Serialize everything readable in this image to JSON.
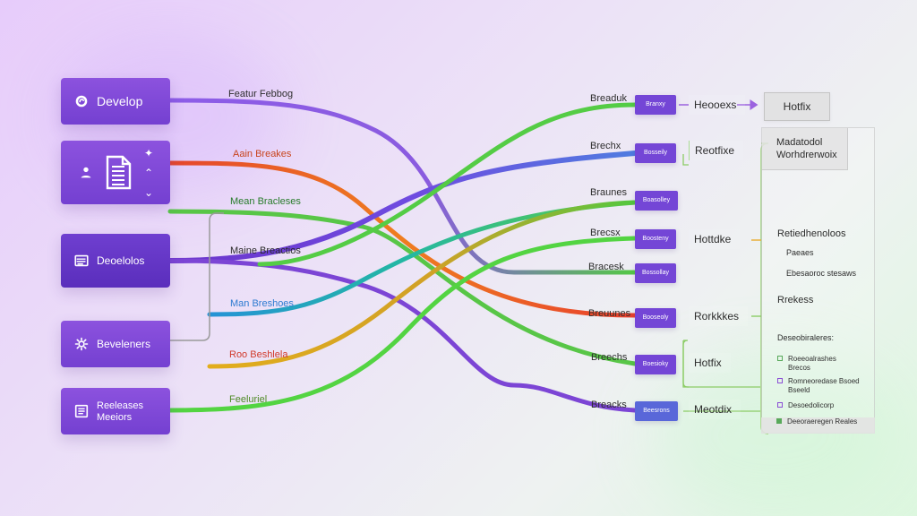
{
  "left_cards": [
    {
      "text": "Develop",
      "icon": "git-branch-icon"
    },
    {
      "text": "",
      "icon": "document-list-icon"
    },
    {
      "text": "Deoelolos",
      "icon": "list-window-icon"
    },
    {
      "text": "Beveleners",
      "icon": "gear-icon"
    },
    {
      "text_line1": "Reeleases",
      "text_line2": "Meeiors",
      "icon": "checklist-icon"
    }
  ],
  "branch_labels": [
    "Featur Febbog",
    "Aain Breakes",
    "Mean Bracleses",
    "Maine Breactios",
    "Man Breshoes",
    "Roo Beshlela",
    "Feeluriel"
  ],
  "branch_colors": {
    "purple": "#8d5de8",
    "red": "#e74a2d",
    "green": "#58c647",
    "deep_purple": "#6338c9",
    "blue": "#2e94d9",
    "orange": "#e89a23",
    "bright_green": "#53d442"
  },
  "middle_targets": [
    {
      "label": "Breaduk",
      "chip": "Branxy"
    },
    {
      "label": "Brechx",
      "chip": "Bosseily"
    },
    {
      "label": "Braunes",
      "chip": "Boasolley"
    },
    {
      "label": "Brecsx",
      "chip": "Boosteny"
    },
    {
      "label": "Bracesk",
      "chip": "Bossollay"
    },
    {
      "label": "Breuunes",
      "chip": "Booseoly"
    },
    {
      "label": "Breechs",
      "chip": "Boesioky"
    },
    {
      "label": "Breacks",
      "chip": "Beesrons"
    }
  ],
  "secondary_labels": [
    "Heooexs",
    "Reotfixe",
    "Hottdke",
    "Rorkkkes",
    "Hotfix",
    "Meotdix"
  ],
  "right_panel": {
    "top_button": "Hotfix",
    "header_line1": "Madatodol",
    "header_line2": "Worhdrerwoix",
    "text1": "Retiedhenoloos",
    "text2": "Paeaes",
    "text3": "Ebesaoroc stesaws",
    "text4": "Rrekess",
    "text5": "Deseobiraleres:",
    "item1_line1": "Roeeoalrashes",
    "item1_line2": "Brecos",
    "item2_line1": "Romneoredase Bsoed",
    "item2_line2": "Bseeld",
    "item3": "Desoedolicorp",
    "item4": "Deeoraeregen Reales"
  }
}
